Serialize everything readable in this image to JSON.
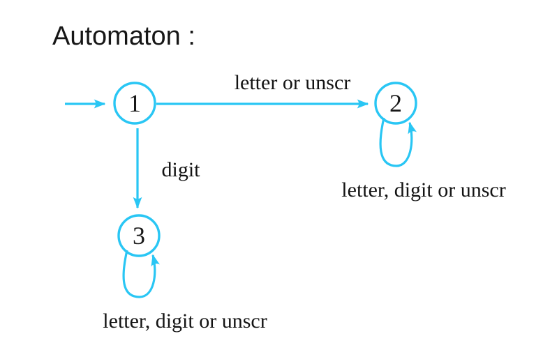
{
  "title": "Automaton :",
  "colors": {
    "accent": "#29C6F4",
    "text": "#161616"
  },
  "automaton": {
    "states": [
      {
        "label": "1"
      },
      {
        "label": "2"
      },
      {
        "label": "3"
      }
    ],
    "edges": {
      "e12_label": "letter or unscr",
      "e13_label": "digit",
      "loop2_label": "letter, digit or unscr",
      "loop3_label": "letter, digit or unscr"
    }
  }
}
